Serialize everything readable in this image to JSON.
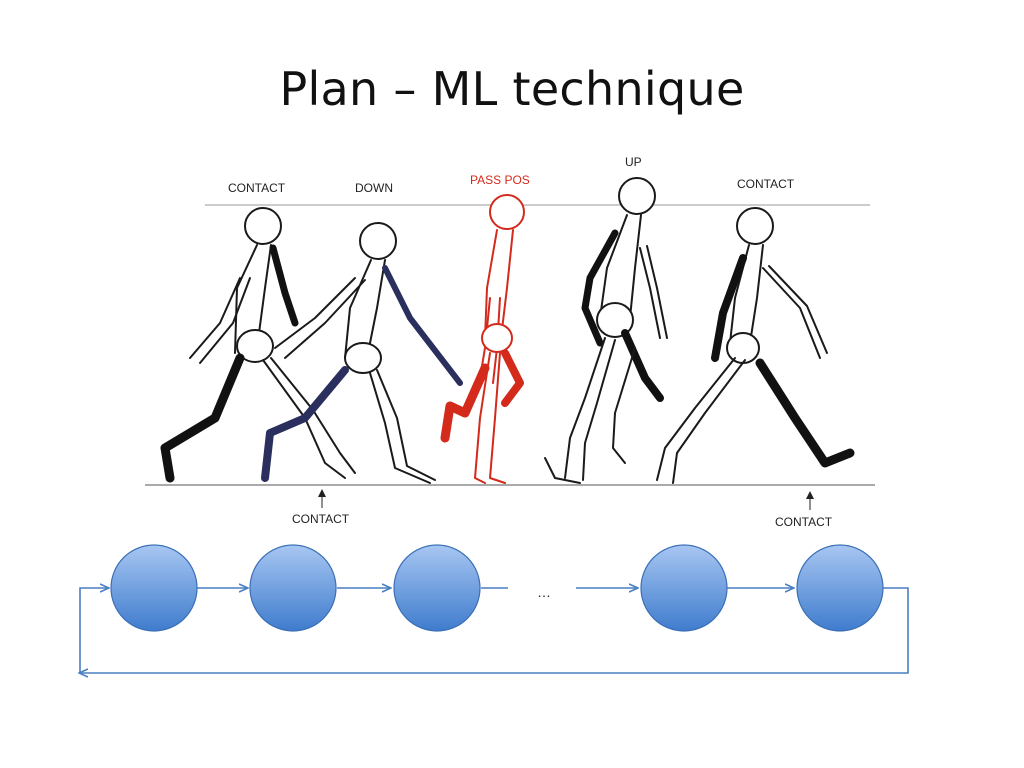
{
  "slide": {
    "title": "Plan – ML technique"
  },
  "walk_cycle": {
    "top_labels": [
      "CONTACT",
      "DOWN",
      "PASS POS",
      "UP",
      "CONTACT"
    ],
    "bottom_labels": [
      "CONTACT",
      "CONTACT"
    ],
    "colors": {
      "outline": "#1a1a1a",
      "dark_leg": "#111111",
      "down_leg": "#2b2f5e",
      "pass_pos": "#d42a1c"
    }
  },
  "state_loop": {
    "ellipsis": "…",
    "node_count_visible": 5,
    "colors": {
      "node_top": "#a8c6f2",
      "node_bottom": "#3f7ccd",
      "node_border": "#3a6fb6",
      "arrow": "#4a7fc2"
    }
  }
}
